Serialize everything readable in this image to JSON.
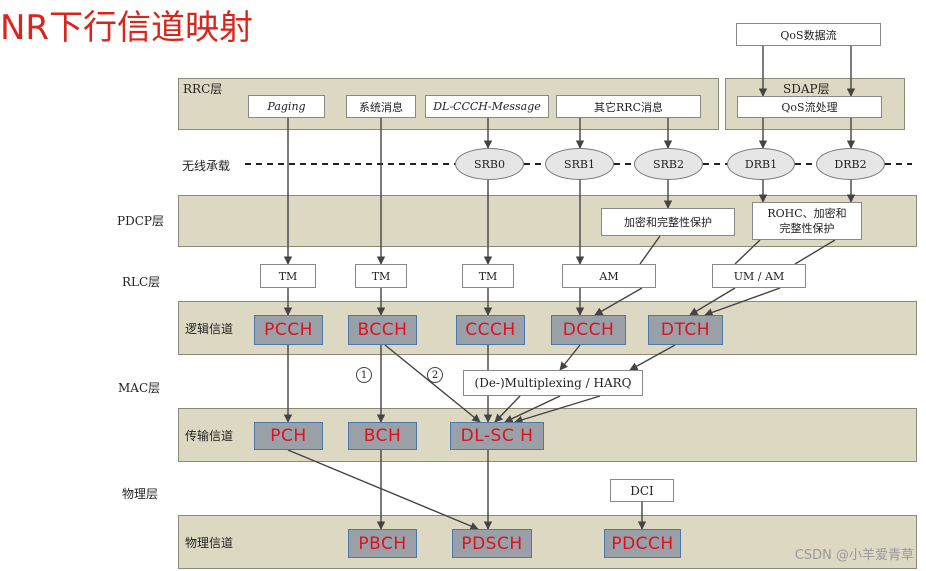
{
  "title": "NR下行信道映射",
  "layers": {
    "rrc": "RRC层",
    "sdap": "SDAP层",
    "radio_bearer": "无线承载",
    "pdcp": "PDCP层",
    "rlc": "RLC层",
    "logical": "逻辑信道",
    "mac": "MAC层",
    "transport": "传输信道",
    "phy": "物理层",
    "physical": "物理信道"
  },
  "rrc_boxes": [
    "Paging",
    "系统消息",
    "DL-CCCH-Message",
    "其它RRC消息"
  ],
  "qos_flow": "QoS数据流",
  "qos_processing": "QoS流处理",
  "bearers": [
    "SRB0",
    "SRB1",
    "SRB2",
    "DRB1",
    "DRB2"
  ],
  "pdcp_boxes": {
    "integrity": "加密和完整性保护",
    "rohc_line1": "ROHC、加密和",
    "rohc_line2": "完整性保护"
  },
  "rlc_modes": [
    "TM",
    "TM",
    "TM",
    "AM",
    "UM / AM"
  ],
  "logical_channels": [
    "PCCH",
    "BCCH",
    "CCCH",
    "DCCH",
    "DTCH"
  ],
  "mac_box": "(De-)Multiplexing / HARQ",
  "circle_1": "1",
  "circle_2": "2",
  "transport_channels": [
    "PCH",
    "BCH",
    "DL-SC H"
  ],
  "dci": "DCI",
  "physical_channels": [
    "PBCH",
    "PDSCH",
    "PDCCH"
  ],
  "watermark": "CSDN @小羊爱青草"
}
